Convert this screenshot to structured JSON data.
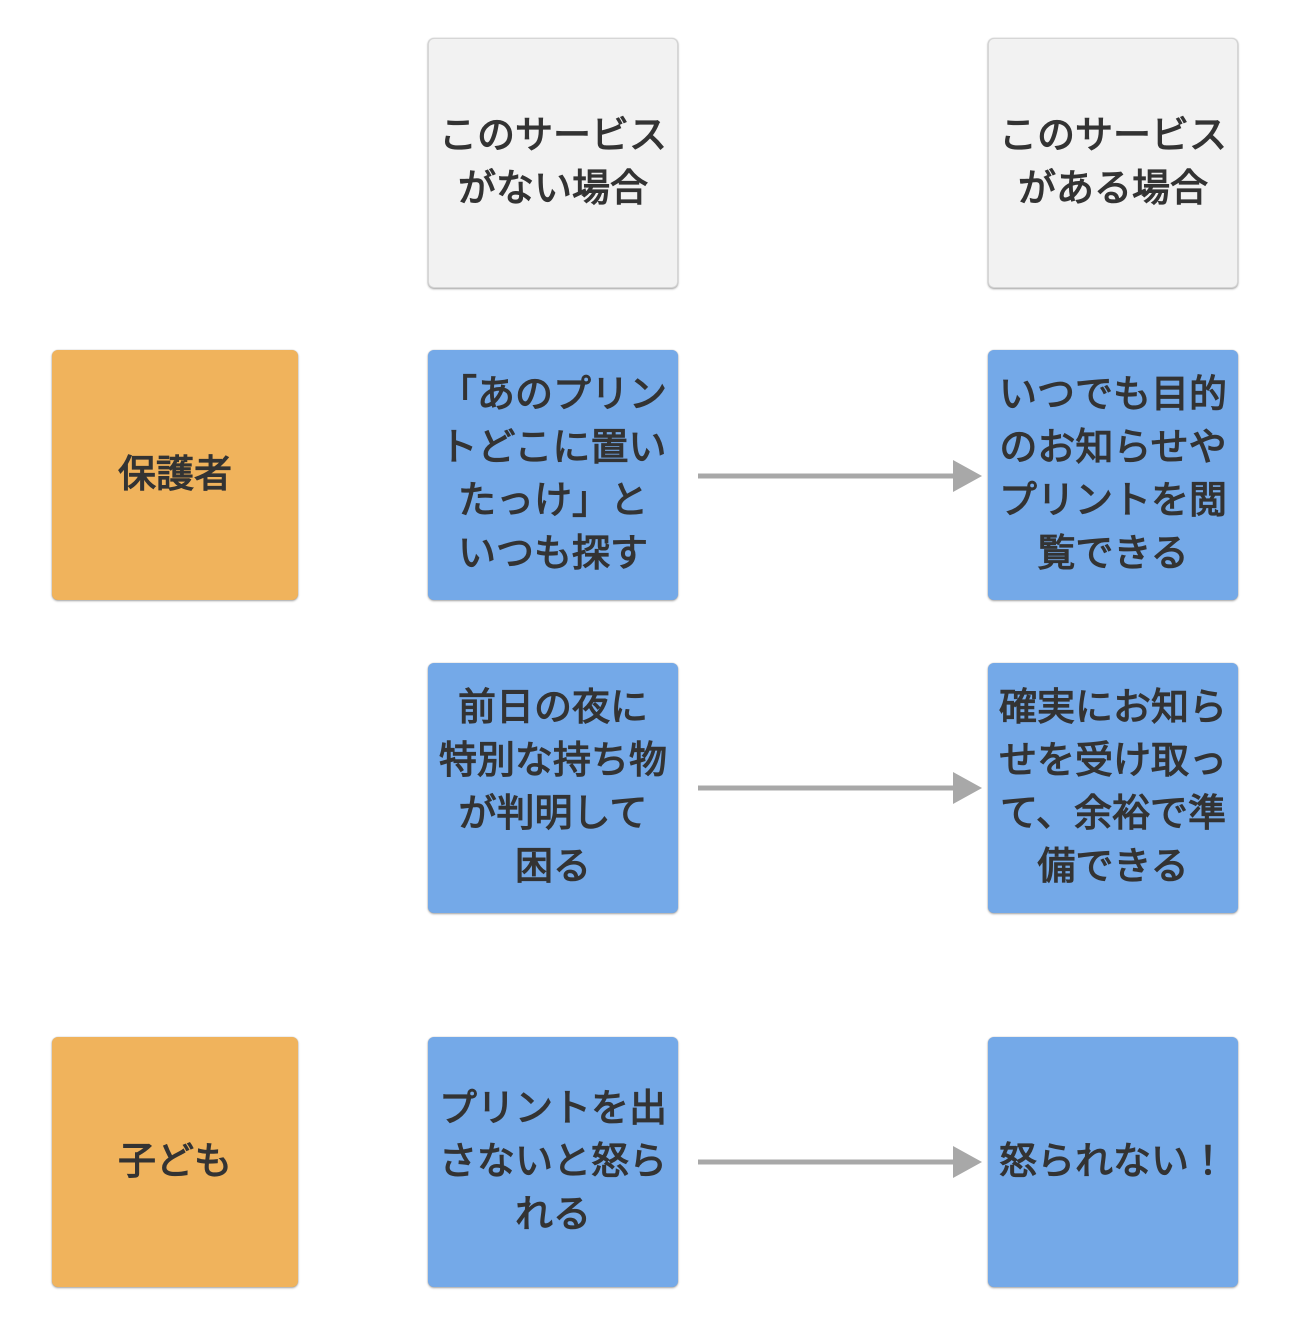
{
  "colors": {
    "background": "#ffffff",
    "header_bg": "#f2f2f2",
    "header_border": "#d6d6d6",
    "persona_bg": "#f0b35c",
    "item_bg": "#74a9e8",
    "arrow": "#a8a8a8",
    "text": "#333333"
  },
  "headers": {
    "without_service": "このサービス\nがない場合",
    "with_service": "このサービス\nがある場合"
  },
  "personas": [
    {
      "label": "保護者"
    },
    {
      "label": "子ども"
    }
  ],
  "rows": [
    {
      "persona": "保護者",
      "without": "「あのプリン\nトどこに置い\nたっけ」と\nいつも探す",
      "with": "いつでも目的\nのお知らせや\nプリントを閲\n覧できる"
    },
    {
      "persona": "保護者",
      "without": "前日の夜に\n特別な持ち物\nが判明して\n困る",
      "with": "確実にお知ら\nせを受け取っ\nて、余裕で準\n備できる"
    },
    {
      "persona": "子ども",
      "without": "プリントを出\nさないと怒ら\nれる",
      "with": "怒られない！"
    }
  ]
}
